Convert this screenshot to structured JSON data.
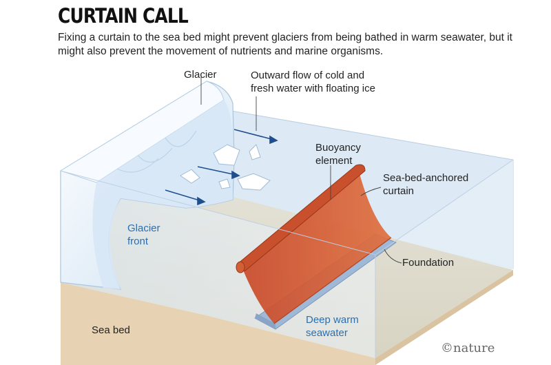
{
  "header": {
    "title": "CURTAIN CALL",
    "subtitle": "Fixing a curtain to the sea bed might prevent glaciers from being bathed in warm seawater, but it might also prevent the movement of nutrients and marine organisms."
  },
  "labels": {
    "glacier": "Glacier",
    "outward_flow": "Outward flow of cold and fresh water with floating ice",
    "buoyancy": "Buoyancy element",
    "curtain": "Sea-bed-anchored curtain",
    "glacier_front": "Glacier front",
    "foundation": "Foundation",
    "sea_bed": "Sea bed",
    "deep_warm": "Deep warm seawater"
  },
  "credit": "©nature",
  "colors": {
    "curtain": "#d4552b",
    "label_blue": "#2a6fb0",
    "arrow": "#1f4e8c",
    "ice": "#e6f1fb"
  }
}
